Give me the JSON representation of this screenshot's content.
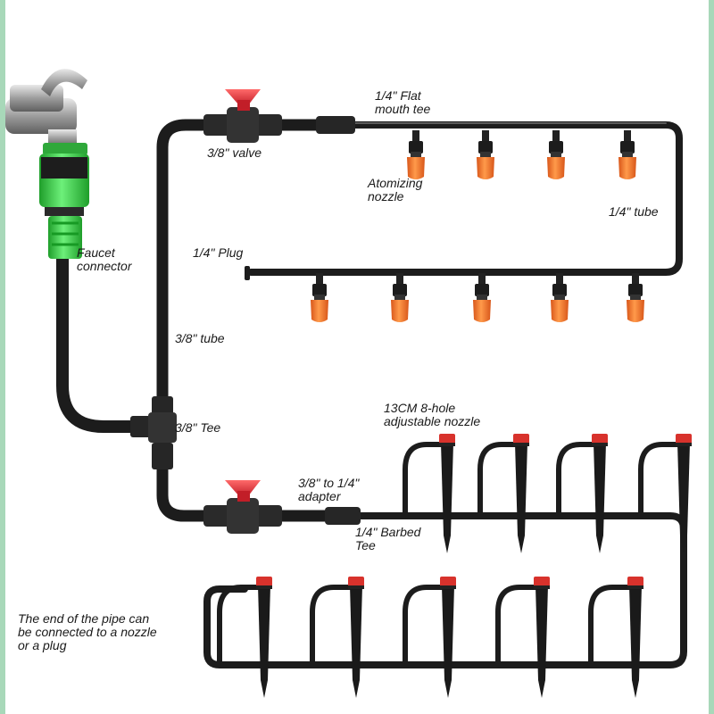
{
  "labels": {
    "faucet_connector": [
      "Faucet",
      "connector"
    ],
    "valve_top": "3/8\" valve",
    "flat_tee": [
      "1/4\" Flat",
      "mouth tee"
    ],
    "atomizing_nozzle": [
      "Atomizing",
      "nozzle"
    ],
    "tube_quarter": "1/4\" tube",
    "plug": "1/4\" Plug",
    "tube_three_eighths": "3/8\" tube",
    "tee_three_eighths": "3/8\" Tee",
    "adjustable_nozzle": [
      "13CM 8-hole",
      "adjustable nozzle"
    ],
    "adapter": [
      "3/8\" to 1/4\"",
      "adapter"
    ],
    "barbed_tee": [
      "1/4\" Barbed",
      "Tee"
    ],
    "pipe_end_note": [
      "The end of the pipe can",
      "be connected to a nozzle",
      "or a plug"
    ]
  },
  "colors": {
    "border": "#a8d8b9",
    "pipe": "#1c1c1c",
    "nozzle_orange": "#f07a2c",
    "valve_red": "#e0303a",
    "connector_green": "#3fcf4a",
    "stake_red": "#d8322c",
    "faucet_metal": "#a9a9a9"
  },
  "icons": [
    "faucet-icon",
    "valve-icon",
    "atomizing-nozzle-icon",
    "adjustable-nozzle-stake-icon",
    "plug-icon",
    "tee-icon"
  ]
}
